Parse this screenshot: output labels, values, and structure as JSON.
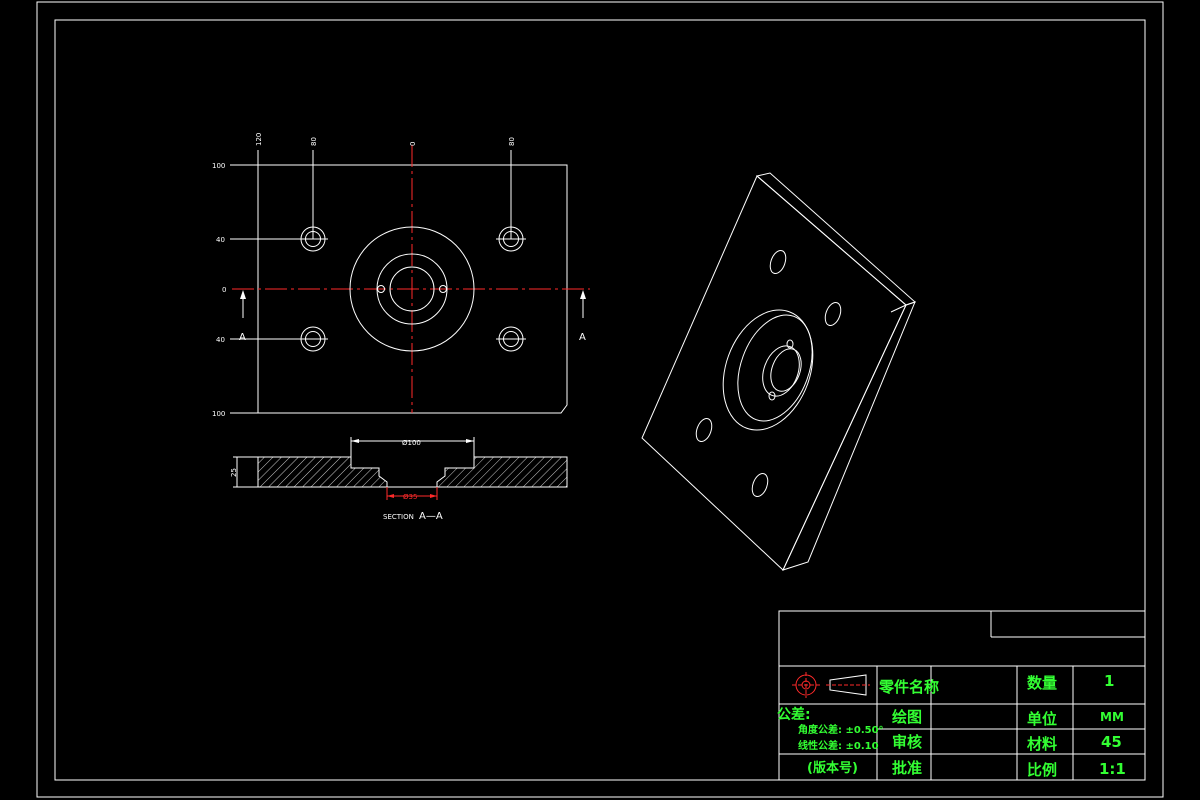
{
  "front_view": {
    "dim_labels_left": [
      "100",
      "40",
      "0",
      "40",
      "100"
    ],
    "dim_labels_top": [
      "120",
      "80",
      "0",
      "80"
    ],
    "section_marks": [
      "A",
      "A"
    ]
  },
  "section_view": {
    "diameter_label": "Ø100",
    "thickness_label": "25",
    "inner_label": "Ø35",
    "caption_prefix": "SECTION",
    "caption_mark": "A—A"
  },
  "title_block": {
    "part_name_label": "零件名称",
    "drawing_label": "绘图",
    "review_label": "审核",
    "approve_label": "批准",
    "tolerance_title": "公差:",
    "angle_tolerance": "角度公差: ±0.50°",
    "linear_tolerance": "线性公差: ±0.10",
    "version_label": "(版本号)",
    "quantity_label": "数量",
    "quantity_value": "1",
    "unit_label": "单位",
    "unit_value": "MM",
    "material_label": "材料",
    "material_value": "45",
    "scale_label": "比例",
    "scale_value": "1:1"
  },
  "colors": {
    "background": "#000000",
    "lines": "#ffffff",
    "centerline": "#ff2a2a",
    "title_text": "#33ff33"
  }
}
